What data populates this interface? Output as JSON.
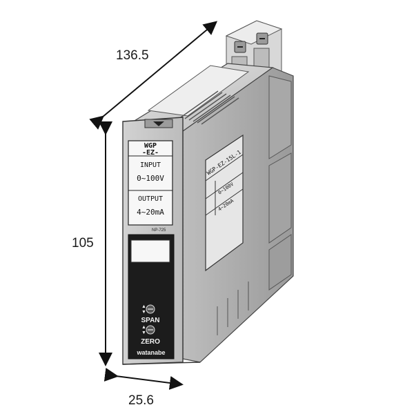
{
  "dimensions": {
    "depth": "136.5",
    "height": "105",
    "width": "25.6"
  },
  "front_label": {
    "model_line1": "WGP",
    "model_line2": "-EZ-",
    "input_title": "INPUT",
    "input_value": "0~100V",
    "output_title": "OUTPUT",
    "output_value": "4~20mA",
    "part_number": "NP-725"
  },
  "controls": {
    "span_label": "SPAN",
    "zero_label": "ZERO"
  },
  "brand": "watanabe",
  "side_label": {
    "model": "WGP-EZ-15L-1",
    "row1": "0~100V",
    "row2": "4~20mA"
  },
  "colors": {
    "housing": "#c9c9c9",
    "housing_dark": "#8f8f8f",
    "panel_black": "#1c1c1c",
    "label_white": "#f7f7f7",
    "text": "#1a1a1a"
  }
}
